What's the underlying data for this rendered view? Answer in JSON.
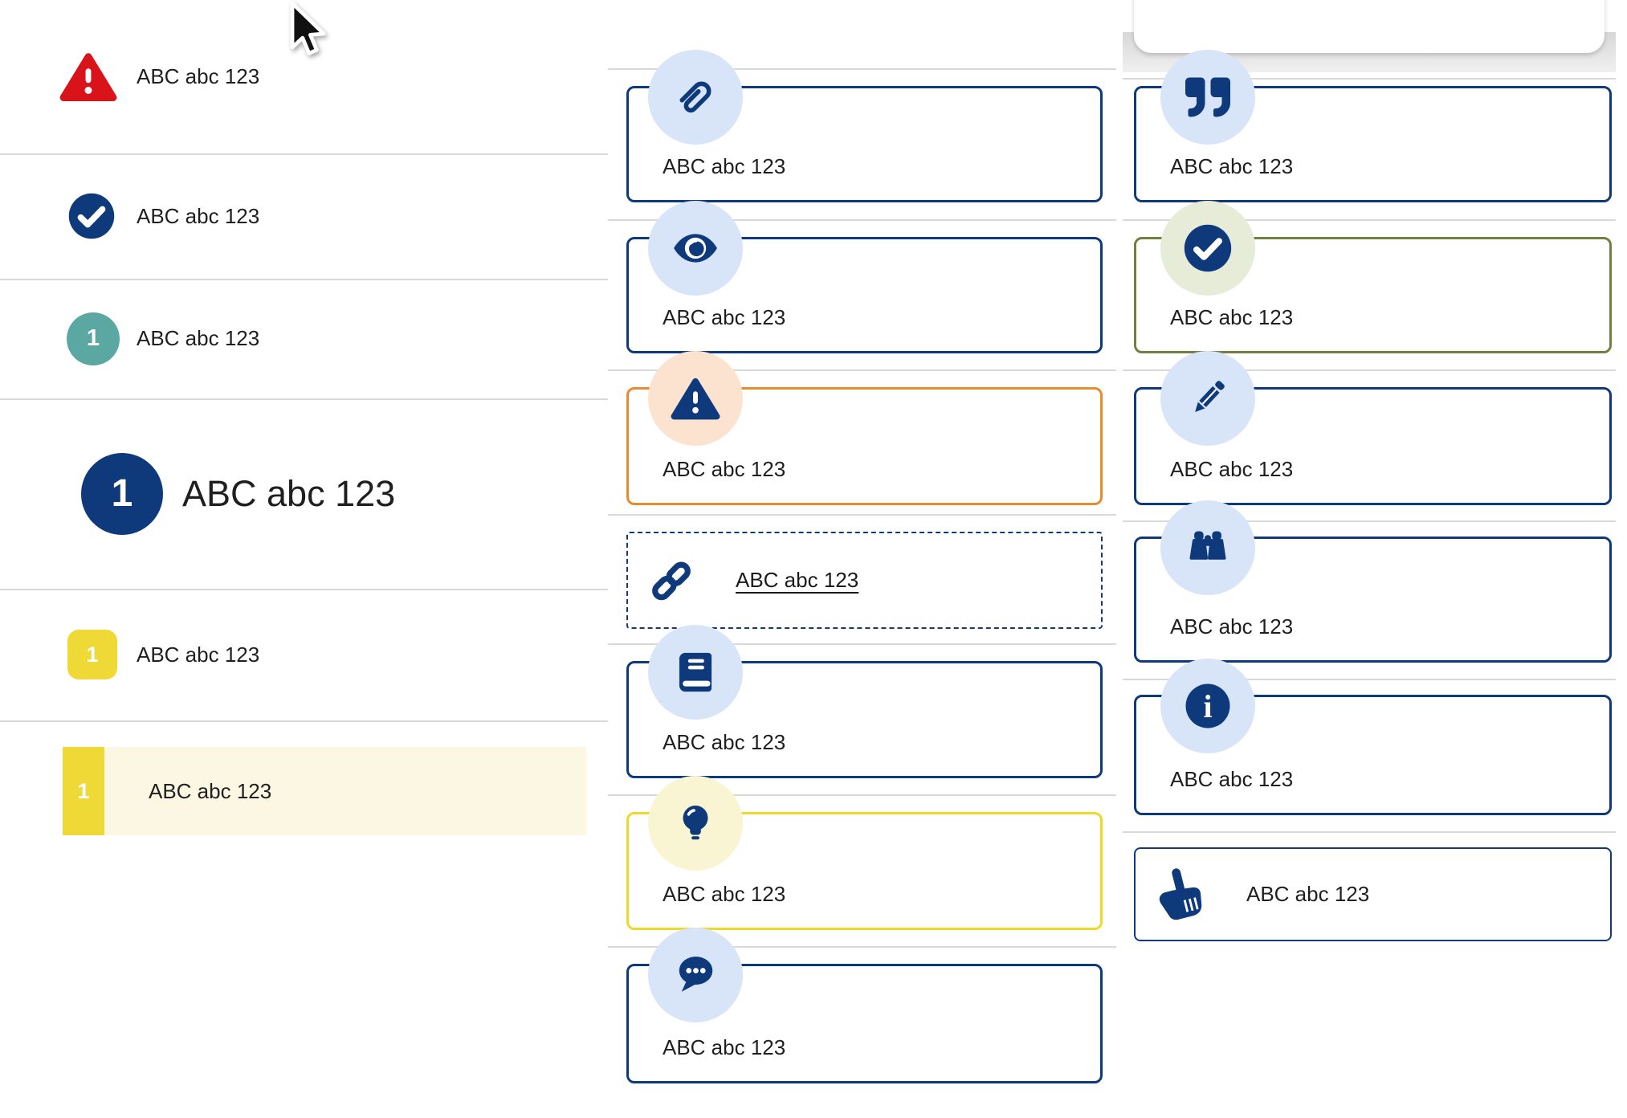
{
  "colors": {
    "navy": "#0e3a7c",
    "light_blue_badge": "#d8e4f8",
    "red": "#d9131a",
    "teal": "#5ba7a2",
    "yellow_square": "#eed936",
    "yellow_border": "#f0d829",
    "pale_yellow_badge": "#f9f5d3",
    "highlight_row_bg": "#fbf7e2",
    "orange_border": "#e98b2d",
    "peach_badge": "#fce3cf",
    "olive_border": "#71803e",
    "pale_green_badge": "#e6ecd8",
    "divider": "#d9d9d9",
    "text": "#1f1f1f"
  },
  "left_list": {
    "items": [
      {
        "icon": "alert-triangle-icon",
        "label": "ABC abc 123"
      },
      {
        "icon": "check-circle-icon",
        "label": "ABC abc 123"
      },
      {
        "icon": "teal-number-badge",
        "number": "1",
        "label": "ABC abc 123"
      },
      {
        "icon": "navy-number-badge-large",
        "number": "1",
        "label": "ABC abc 123"
      },
      {
        "icon": "yellow-number-badge",
        "number": "1",
        "label": "ABC abc 123"
      },
      {
        "icon": "yellow-number-badge",
        "number": "1",
        "label": "ABC abc 123",
        "highlighted": true
      }
    ]
  },
  "middle_callouts": {
    "items": [
      {
        "icon": "paperclip-icon",
        "style": "navy",
        "label": "ABC abc 123"
      },
      {
        "icon": "eye-icon",
        "style": "navy",
        "label": "ABC abc 123"
      },
      {
        "icon": "warning-triangle-icon",
        "style": "orange",
        "label": "ABC abc 123"
      },
      {
        "icon": "link-icon",
        "style": "dashed-link",
        "label": "ABC abc 123"
      },
      {
        "icon": "book-icon",
        "style": "navy",
        "label": "ABC abc 123"
      },
      {
        "icon": "lightbulb-icon",
        "style": "yellow",
        "label": "ABC abc 123"
      },
      {
        "icon": "chat-bubble-icon",
        "style": "navy",
        "label": "ABC abc 123"
      }
    ]
  },
  "right_callouts": {
    "items": [
      {
        "icon": "quote-icon",
        "style": "navy",
        "label": "ABC abc 123"
      },
      {
        "icon": "check-circle-icon",
        "style": "green",
        "label": "ABC abc 123"
      },
      {
        "icon": "pencil-icon",
        "style": "navy",
        "label": "ABC abc 123"
      },
      {
        "icon": "binoculars-icon",
        "style": "navy",
        "label": "ABC abc 123"
      },
      {
        "icon": "info-icon",
        "style": "navy",
        "label": "ABC abc 123"
      },
      {
        "icon": "hand-pointer-icon",
        "style": "navy-compact",
        "label": "ABC abc 123"
      }
    ]
  }
}
